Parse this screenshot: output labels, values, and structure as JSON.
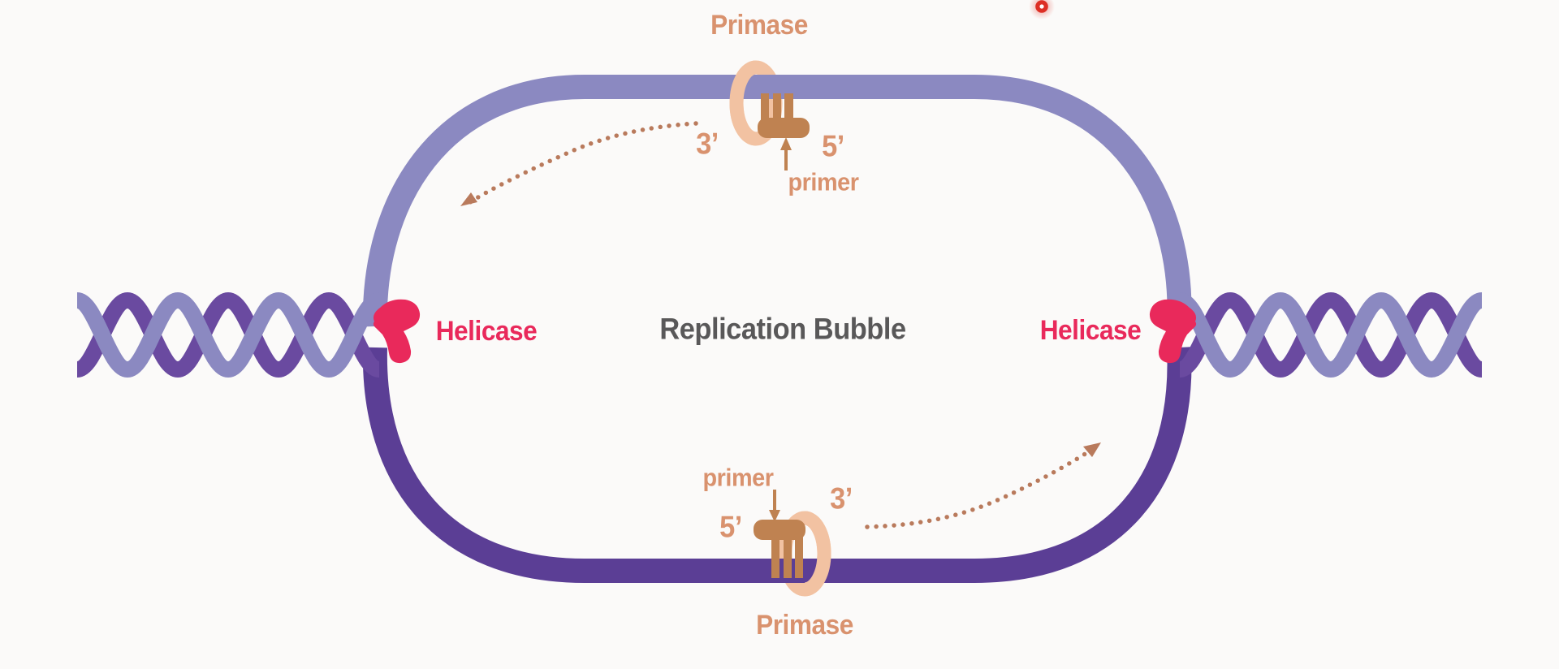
{
  "diagram": {
    "title": "Replication Bubble",
    "labels": {
      "primase_top": "Primase",
      "three_prime_top": "3’",
      "five_prime_top": "5’",
      "primer_top": "primer",
      "helicase_left": "Helicase",
      "bubble_title": "Replication Bubble",
      "helicase_right": "Helicase",
      "primer_bottom": "primer",
      "five_prime_bottom": "5’",
      "three_prime_bottom": "3’",
      "primase_bottom": "Primase"
    },
    "elements": {
      "dna-helix-left-icon": "intertwined double-helix ribbon",
      "dna-helix-right-icon": "intertwined double-helix ribbon",
      "bubble-top-strand-icon": "upper separated strand arc",
      "bubble-bottom-strand-icon": "lower separated strand arc",
      "helicase-left-icon": "pink helicase enzyme wedge",
      "helicase-right-icon": "pink helicase enzyme wedge",
      "primase-ring-top-icon": "peach primase ring around upper strand",
      "primase-ring-bottom-icon": "peach primase ring around lower strand",
      "primer-top-icon": "tan primer comb fragment",
      "primer-bottom-icon": "tan primer comb fragment",
      "synthesis-arrow-top-icon": "dotted arrow curving down-left",
      "synthesis-arrow-bottom-icon": "dotted arrow curving up-right",
      "primer-pointer-top-icon": "small up arrow at primer",
      "primer-pointer-bottom-icon": "small down arrow at primer",
      "laser-pointer-icon": "red laser pointer dot"
    }
  },
  "colors": {
    "background": "#fbfaf9",
    "strand-light": "#8b89c1",
    "strand-dark": "#5b3e95",
    "helix-dark": "#6a4aa0",
    "helicase-pink": "#e9295b",
    "primase-peach": "#f2c2a2",
    "primer-tan": "#bf8251",
    "label-tan": "#d9926e",
    "title-gray": "#595859",
    "dotted-tan": "#b97a5c",
    "laser-red": "#dd2f25"
  }
}
